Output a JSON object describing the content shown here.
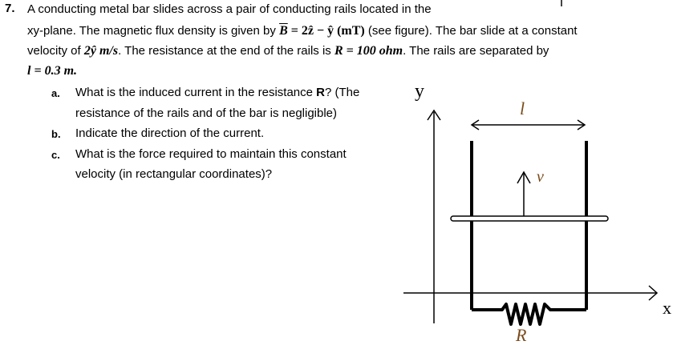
{
  "question": {
    "number": "7.",
    "intro": {
      "line1": "A conducting metal bar slides across a pair of conducting rails located in the",
      "line2_pre": "xy-plane.  The magnetic flux density is given by ",
      "line2_B": "B",
      "line2_eq": " = 2ẑ − ŷ (mT)",
      "line2_post": " (see figure).  The bar slide at a constant",
      "line3_pre": "velocity of ",
      "line3_v": "2ŷ m/s",
      "line3_mid": ".  The resistance at the end of the rails is ",
      "line3_R": "R = 100 ohm",
      "line3_post": ".  The rails are separated by",
      "line4": "l = 0.3 m."
    },
    "parts": [
      {
        "label": "a.",
        "text1": "What is the induced current in the resistance ",
        "bold": "R",
        "text2": "?  (The",
        "text3": "resistance of the rails and of the bar is negligible)"
      },
      {
        "label": "b.",
        "text1": "Indicate the direction of the current."
      },
      {
        "label": "c.",
        "text1": "What is the force required to maintain this constant",
        "text2": "velocity (in rectangular coordinates)?"
      }
    ]
  },
  "figure": {
    "y_axis_label": "y",
    "x_axis_label": "x",
    "separation_label": "l",
    "velocity_label": "v",
    "resistor_label": "R",
    "label_color": "#7a4a1a"
  }
}
